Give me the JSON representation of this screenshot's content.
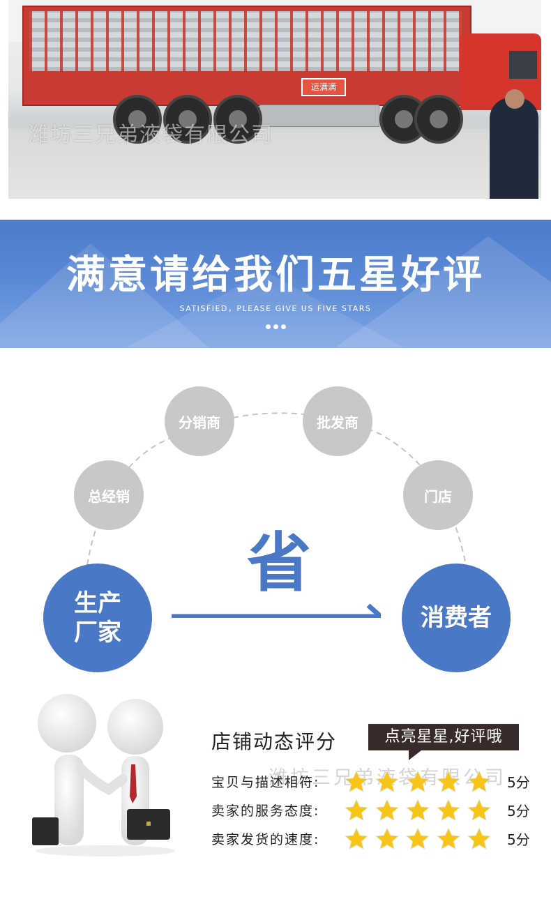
{
  "photo": {
    "watermark": "潍坊三兄弟液袋有限公司",
    "truck_sign": "运满满"
  },
  "banner": {
    "title": "满意请给我们五星好评",
    "subtitle": "SATISFIED，PLEASE GIVE US FIVE STARS",
    "dots": 3,
    "colors": {
      "background": "#5a88d4",
      "text": "#ffffff"
    }
  },
  "diagram": {
    "intermediaries": [
      {
        "label": "总经销"
      },
      {
        "label": "分销商"
      },
      {
        "label": "批发商"
      },
      {
        "label": "门店"
      }
    ],
    "source": {
      "label_line1": "生产",
      "label_line2": "厂家"
    },
    "target": {
      "label": "消费者"
    },
    "save_label": "省",
    "colors": {
      "accent": "#4a78c6",
      "node_gray": "#c8c8c8"
    }
  },
  "rating": {
    "title": "店铺动态评分",
    "bubble": "点亮星星,好评哦",
    "watermark": "潍坊三兄弟液袋有限公司",
    "rows": [
      {
        "label": "宝贝与描述相符:",
        "stars": 5,
        "score": "5分"
      },
      {
        "label": "卖家的服务态度:",
        "stars": 5,
        "score": "5分"
      },
      {
        "label": "卖家发货的速度:",
        "stars": 5,
        "score": "5分"
      }
    ],
    "colors": {
      "star": "#f7c51a",
      "bubble": "#3a2b2b"
    }
  }
}
